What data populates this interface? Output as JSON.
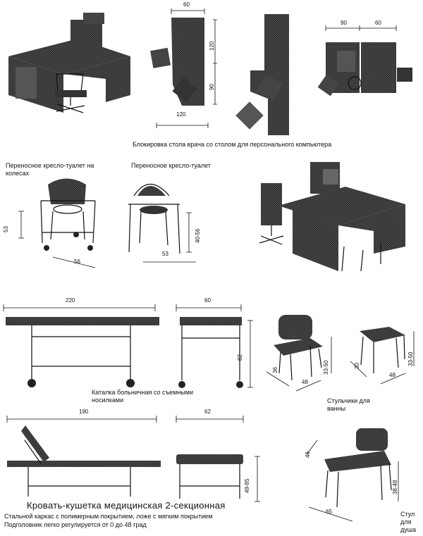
{
  "captions": {
    "desk_caption": "Блокировка стола врача со столом для персонального компьютера",
    "commode_wheels_caption": "Переносное кресло-туалет на колесах",
    "commode_caption": "Переносное кресло-туалет",
    "gurney_caption": "Каталка больничная со съемными носилками",
    "bath_stools_caption": "Стульчики для ванны",
    "shower_chair_caption": "Стул для душа",
    "couch_title": "Кровать-кушетка медицинская 2-секционная",
    "couch_line1": "Стальной каркас с полимерным покрытием, ложе с мягким покрытием",
    "couch_line2": "Подголовник легко регулируется от 0 до 48 град"
  },
  "dimensions": {
    "desk_top": "60",
    "desk_side_120": "120",
    "desk_side_90": "90",
    "desk_bottom": "120",
    "desk_right_90": "90",
    "desk_right_60": "60",
    "commode_wheels_h": "53",
    "commode_wheels_w": "56",
    "commode_h": "40-56",
    "commode_w": "53",
    "gurney_len": "220",
    "gurney_width": "60",
    "gurney_h": "82",
    "stool1_d": "48",
    "stool1_w": "36",
    "stool1_h": "33-50",
    "stool2_d": "48",
    "stool2_w": "30",
    "stool2_h": "33-50",
    "couch_len": "190",
    "couch_width": "62",
    "couch_h": "49-85",
    "shower_w": "65",
    "shower_d": "46",
    "shower_h": "38-48"
  }
}
